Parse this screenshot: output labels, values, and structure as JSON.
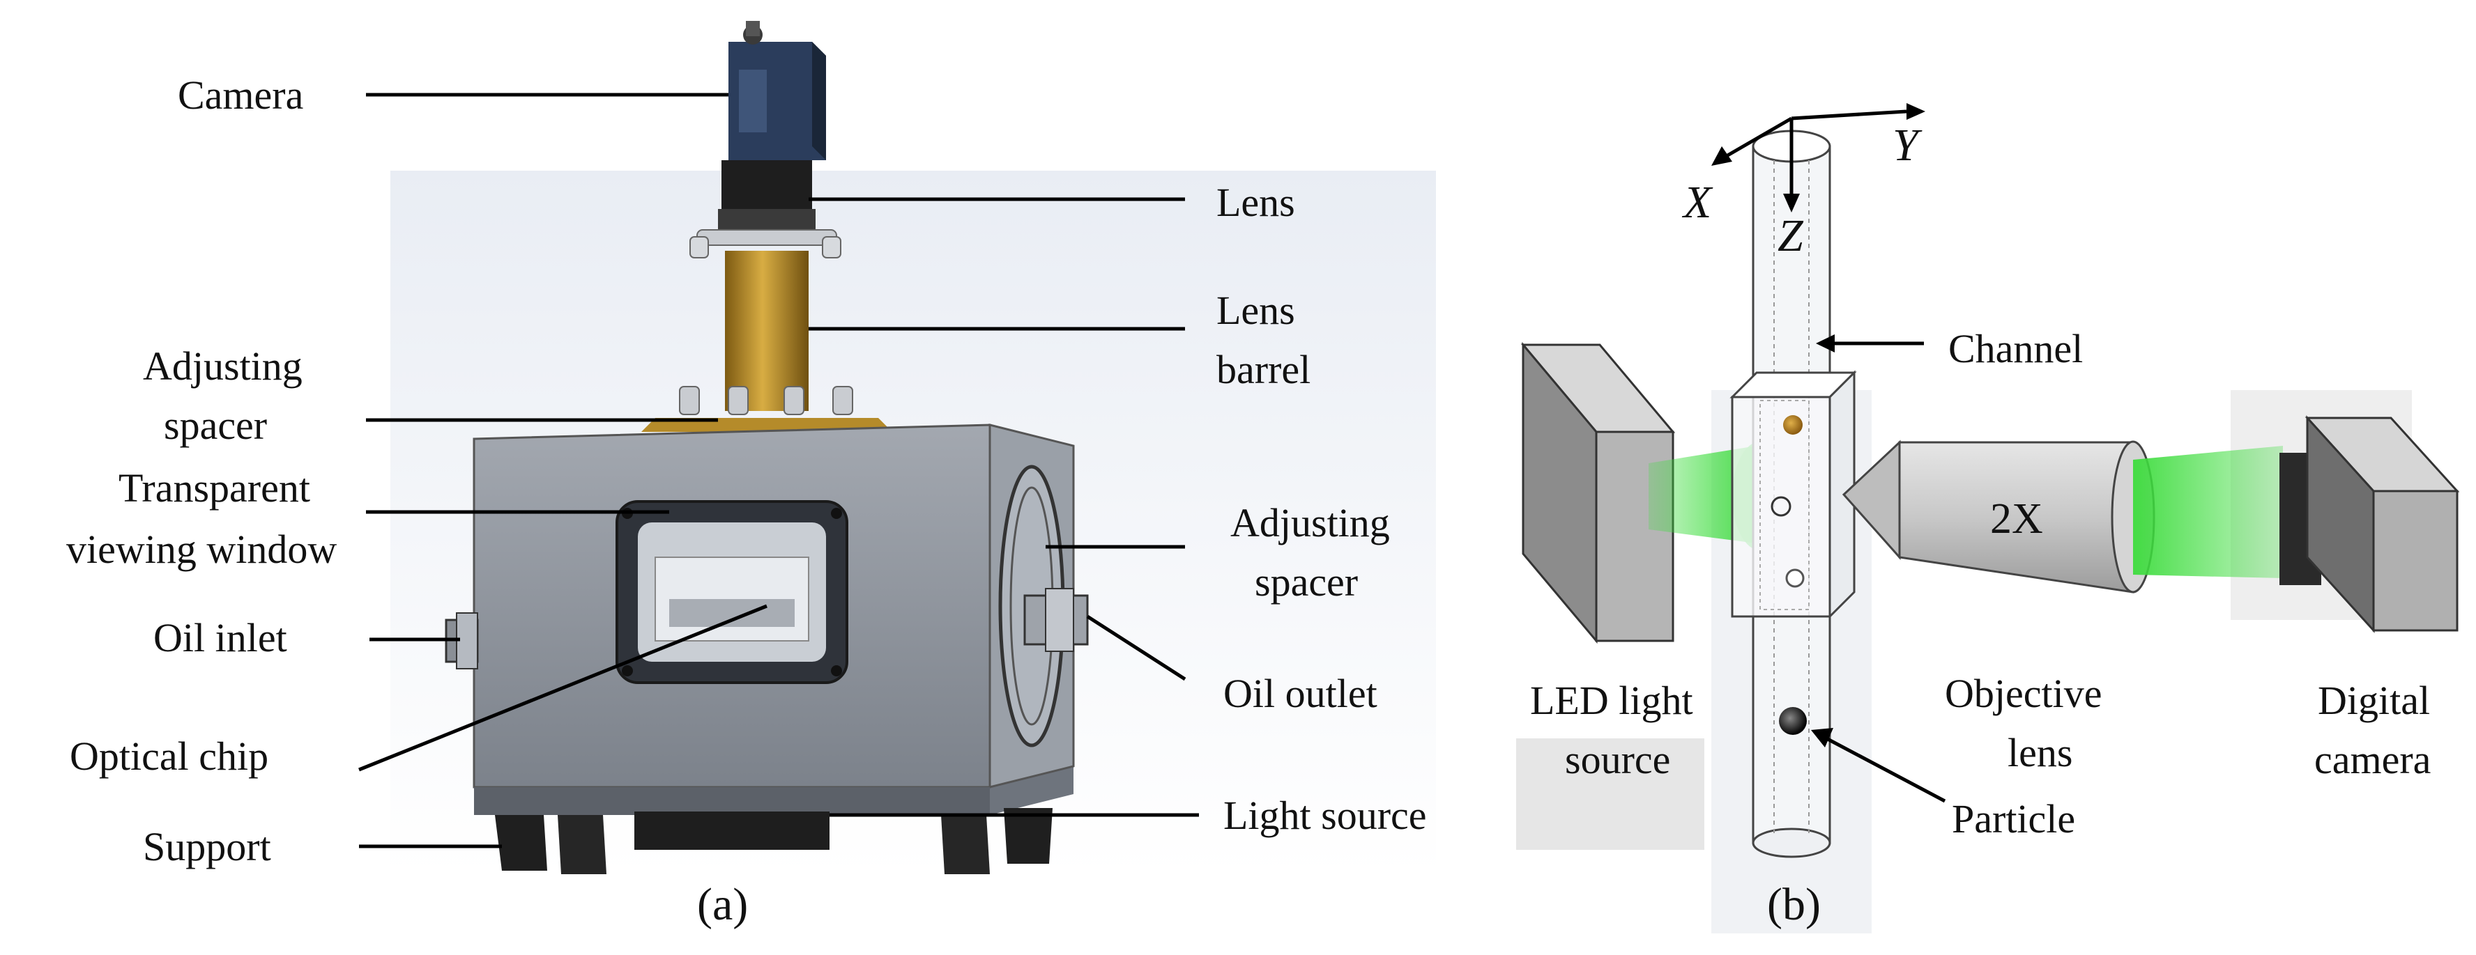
{
  "panel_a": {
    "caption": "(a)",
    "labels_left": {
      "camera": "Camera",
      "adjusting_spacer_1": "Adjusting",
      "adjusting_spacer_2": "spacer",
      "transparent_window_1": "Transparent",
      "transparent_window_2": "viewing window",
      "oil_inlet": "Oil inlet",
      "optical_chip": "Optical chip",
      "support": "Support"
    },
    "labels_right": {
      "lens": "Lens",
      "lens_barrel_1": "Lens",
      "lens_barrel_2": "barrel",
      "adjusting_spacer_1": "Adjusting",
      "adjusting_spacer_2": "spacer",
      "oil_outlet": "Oil outlet",
      "light_source": "Light source"
    }
  },
  "panel_b": {
    "caption": "(b)",
    "axes": {
      "x": "X",
      "y": "Y",
      "z": "Z"
    },
    "labels": {
      "channel": "Channel",
      "led_1": "LED light",
      "led_2": "source",
      "objective_1": "Objective",
      "objective_2": "lens",
      "objective_mag": "2X",
      "digital_1": "Digital",
      "digital_2": "camera",
      "particle": "Particle"
    }
  },
  "colors": {
    "housing": "#8e949c",
    "brass": "#b58b2a",
    "green_light": "#3ddc3d",
    "line": "#000000"
  }
}
